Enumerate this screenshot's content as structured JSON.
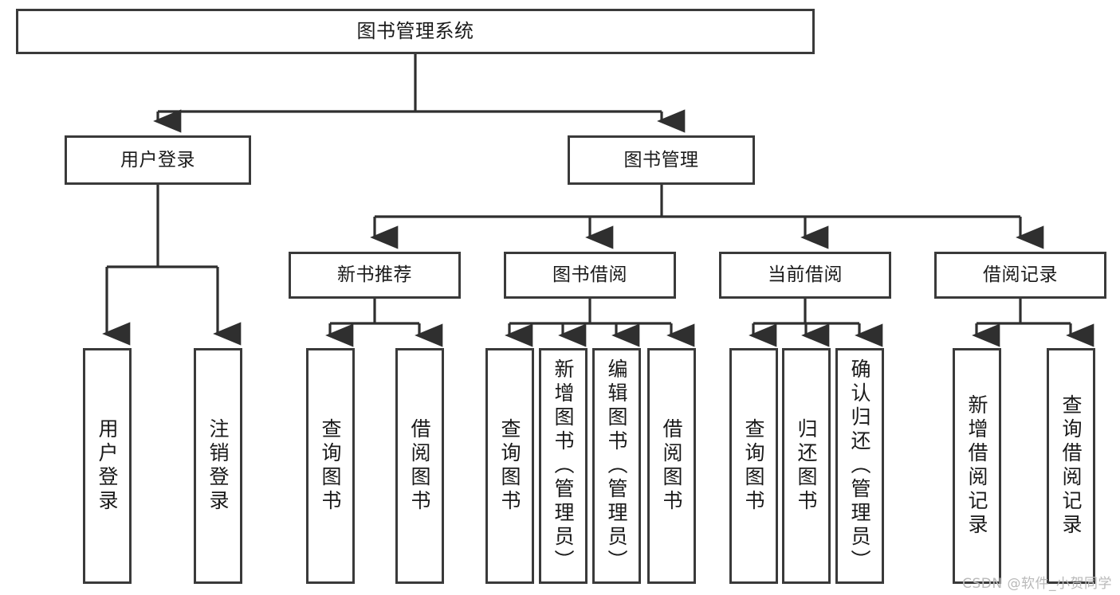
{
  "diagram": {
    "title": "图书管理系统",
    "type": "tree",
    "stroke_color": "#3a3a3a",
    "fill_color": "#ffffff",
    "text_color": "#1a1a1a",
    "watermark": "CSDN @软件_小贺同学"
  },
  "nodes": {
    "root": {
      "label": "图书管理系统"
    },
    "level2": [
      {
        "id": "user-login",
        "label": "用户登录"
      },
      {
        "id": "book-manage",
        "label": "图书管理"
      }
    ],
    "level3": [
      {
        "id": "new-book-rec",
        "label": "新书推荐"
      },
      {
        "id": "book-borrow",
        "label": "图书借阅"
      },
      {
        "id": "current-borrow",
        "label": "当前借阅"
      },
      {
        "id": "borrow-record",
        "label": "借阅记录"
      }
    ],
    "leaves": [
      {
        "id": "leaf-user-login",
        "label": "用户登录",
        "parent": "user-login"
      },
      {
        "id": "leaf-logout",
        "label": "注销登录",
        "parent": "user-login"
      },
      {
        "id": "leaf-query-book-1",
        "label": "查询图书",
        "parent": "new-book-rec"
      },
      {
        "id": "leaf-borrow-book-1",
        "label": "借阅图书",
        "parent": "new-book-rec"
      },
      {
        "id": "leaf-query-book-2",
        "label": "查询图书",
        "parent": "book-borrow"
      },
      {
        "id": "leaf-add-book",
        "label": "新增图书（管理员）",
        "parent": "book-borrow"
      },
      {
        "id": "leaf-edit-book",
        "label": "编辑图书（管理员）",
        "parent": "book-borrow"
      },
      {
        "id": "leaf-borrow-book-2",
        "label": "借阅图书",
        "parent": "book-borrow"
      },
      {
        "id": "leaf-query-book-3",
        "label": "查询图书",
        "parent": "current-borrow"
      },
      {
        "id": "leaf-return-book",
        "label": "归还图书",
        "parent": "current-borrow"
      },
      {
        "id": "leaf-confirm-return",
        "label": "确认归还（管理员）",
        "parent": "current-borrow"
      },
      {
        "id": "leaf-add-record",
        "label": "新增借阅记录",
        "parent": "borrow-record"
      },
      {
        "id": "leaf-query-record",
        "label": "查询借阅记录",
        "parent": "borrow-record"
      }
    ]
  }
}
